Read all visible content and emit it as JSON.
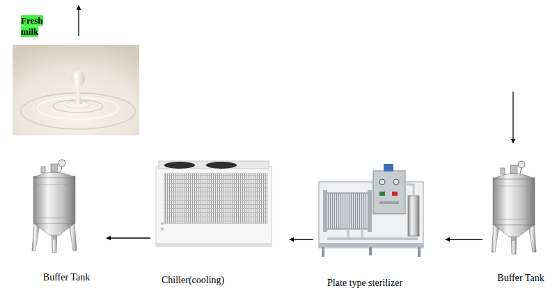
{
  "diagram": {
    "nodes": [
      {
        "text": [
          "Fresh milk"
        ]
      },
      {
        "text": [
          "Buffer Tank"
        ]
      },
      {
        "text": [
          "Chiller(cooling)"
        ]
      },
      {
        "text": [
          "Plate type sterilizer"
        ]
      },
      {
        "text": [
          "Buffer Tank"
        ]
      }
    ],
    "edges": [
      {
        "from": 4,
        "to": 3,
        "arrow": "to"
      },
      {
        "from": 3,
        "to": 2,
        "arrow": "to"
      },
      {
        "from": 2,
        "to": 1,
        "arrow": "to"
      }
    ]
  }
}
